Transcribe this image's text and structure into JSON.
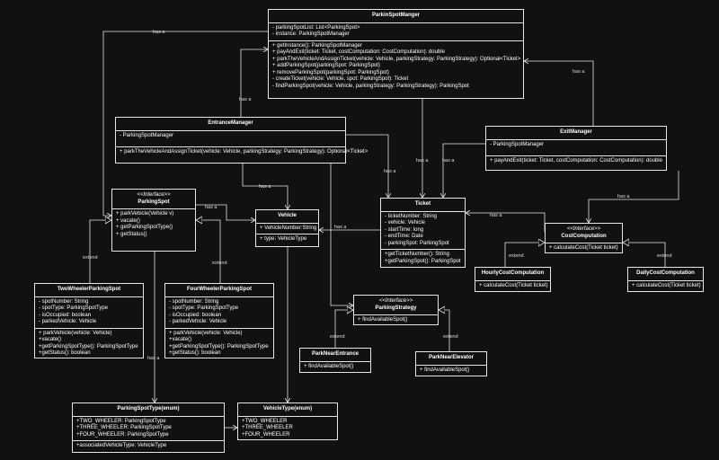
{
  "classes": {
    "parking_spot_manager": {
      "title": "ParkinSpotManger",
      "attributes": [
        "- parkingSpotList: List<ParkingSpot>",
        "- instance: ParkingSpotManager"
      ],
      "methods": [
        "+ getInstance(): ParkingSpotManager",
        "+ payAndExit(ticket: Ticket, costComputation: CostComputation): double",
        "+ parkTheVehicleAndAssignTicket(vehicle: Vehicle, parkingStrategy: ParkingStrategy): Optional<Ticket>",
        "+ addParkingSpot(parkingSpot: ParkingSpot)",
        "+ removeParkingSpot(parkingSpot: ParkingSpot)",
        "- createTicket(vehicle: Vehicle, spot: ParkingSpot): Ticket",
        "- findParkingSpot(vehicle: Vehicle, parkingStrategy: ParkingStrategy): ParkingSpot"
      ]
    },
    "entrance_manager": {
      "title": "EntranceManager",
      "attributes": [
        "- ParkingSpotManager"
      ],
      "methods": [
        "+ parkTheVehicleAndAssignTicket(vehicle: Vehicle, parkingStrategy: ParkingStrategy): Optional<Ticket>"
      ]
    },
    "exit_manager": {
      "title": "ExitManager",
      "attributes": [
        "- ParkingSpotManager"
      ],
      "methods": [
        "+ payAndExit(ticket: Ticket, costComputation: CostComputation): double"
      ]
    },
    "parking_spot": {
      "stereotype": "<<Interface>>",
      "title": "ParkingSpot",
      "methods": [
        "+ parkVehicle(Vehicle v)",
        "+ vacate()",
        "+ getParkingSpotType()",
        "+ getStatus()"
      ]
    },
    "vehicle": {
      "title": "Vehicle",
      "attributes": [
        "+ VehicleNumber:String"
      ],
      "methods": [
        "+ type: VehicleType"
      ]
    },
    "ticket": {
      "title": "Ticket",
      "attributes": [
        "- ticketNumber: String",
        "- vehicle: Vehicle",
        "- startTime: long",
        "- endTime: Date",
        "- parkingSpot: ParkingSpot"
      ],
      "methods": [
        "+getTicketNumber(): String",
        "+getParkingSpot(): ParkingSpot"
      ]
    },
    "cost_computation": {
      "stereotype": "<<Interface>>",
      "title": "CostComputation",
      "methods": [
        "+ calculateCost(Ticket ticket)"
      ]
    },
    "hourly_cost": {
      "title": "HourlyCostComputation",
      "methods": [
        "+ calculateCost(Ticket ticket)"
      ]
    },
    "daily_cost": {
      "title": "DailyCostComputation",
      "methods": [
        "+ calculateCost(Ticket ticket)"
      ]
    },
    "two_wheeler": {
      "title": "TwoWheelerParkingSpot",
      "attributes": [
        "- spotNumber: String",
        "- spotType: ParkingSpotType",
        "- isOccupied: boolean",
        "- parkedVehicle: Vehicle"
      ],
      "methods": [
        "+ parkVehicle(vehicle: Vehicle)",
        "+vacate()",
        "+getParkingSpotType(): ParkingSpotType",
        "+getStatus(): boolean"
      ]
    },
    "four_wheeler": {
      "title": "FourWheelerParkingSpot",
      "attributes": [
        "- spotNumber: String",
        "- spotType: ParkingSpotType",
        "- isOccupied: boolean",
        "- parkedVehicle: Vehicle"
      ],
      "methods": [
        "+ parkVehicle(vehicle: Vehicle)",
        "+vacate()",
        "+getParkingSpotType(): ParkingSpotType",
        "+getStatus(): boolean"
      ]
    },
    "parking_strategy": {
      "stereotype": "<<Interface>>",
      "title": "ParkingStrategy",
      "methods": [
        "+ findAvailableSpot()"
      ]
    },
    "park_near_entrance": {
      "title": "ParkNearEntrance",
      "methods": [
        "+ findAvailableSpot()"
      ]
    },
    "park_near_elevator": {
      "title": "ParkNearElevator",
      "methods": [
        "+ findAvailableSpot()"
      ]
    },
    "parking_spot_type": {
      "title": "ParkingSpotType(enum)",
      "attributes": [
        "+TWO_WHEELER: ParkingSpotType",
        "+THREE_WHEELER: ParkingSpotType",
        "+FOUR_WHEELER: ParkingSpotType"
      ],
      "methods": [
        "+associatedVehicleType: VehicleType"
      ]
    },
    "vehicle_type": {
      "title": "VehicleType(enum)",
      "attributes": [
        "+TWO_WHEELER",
        "+THREE_WHEELER",
        "+FOUR_WHEELER"
      ]
    }
  },
  "relation_labels": {
    "has_a": "has a",
    "extend": "extend"
  }
}
